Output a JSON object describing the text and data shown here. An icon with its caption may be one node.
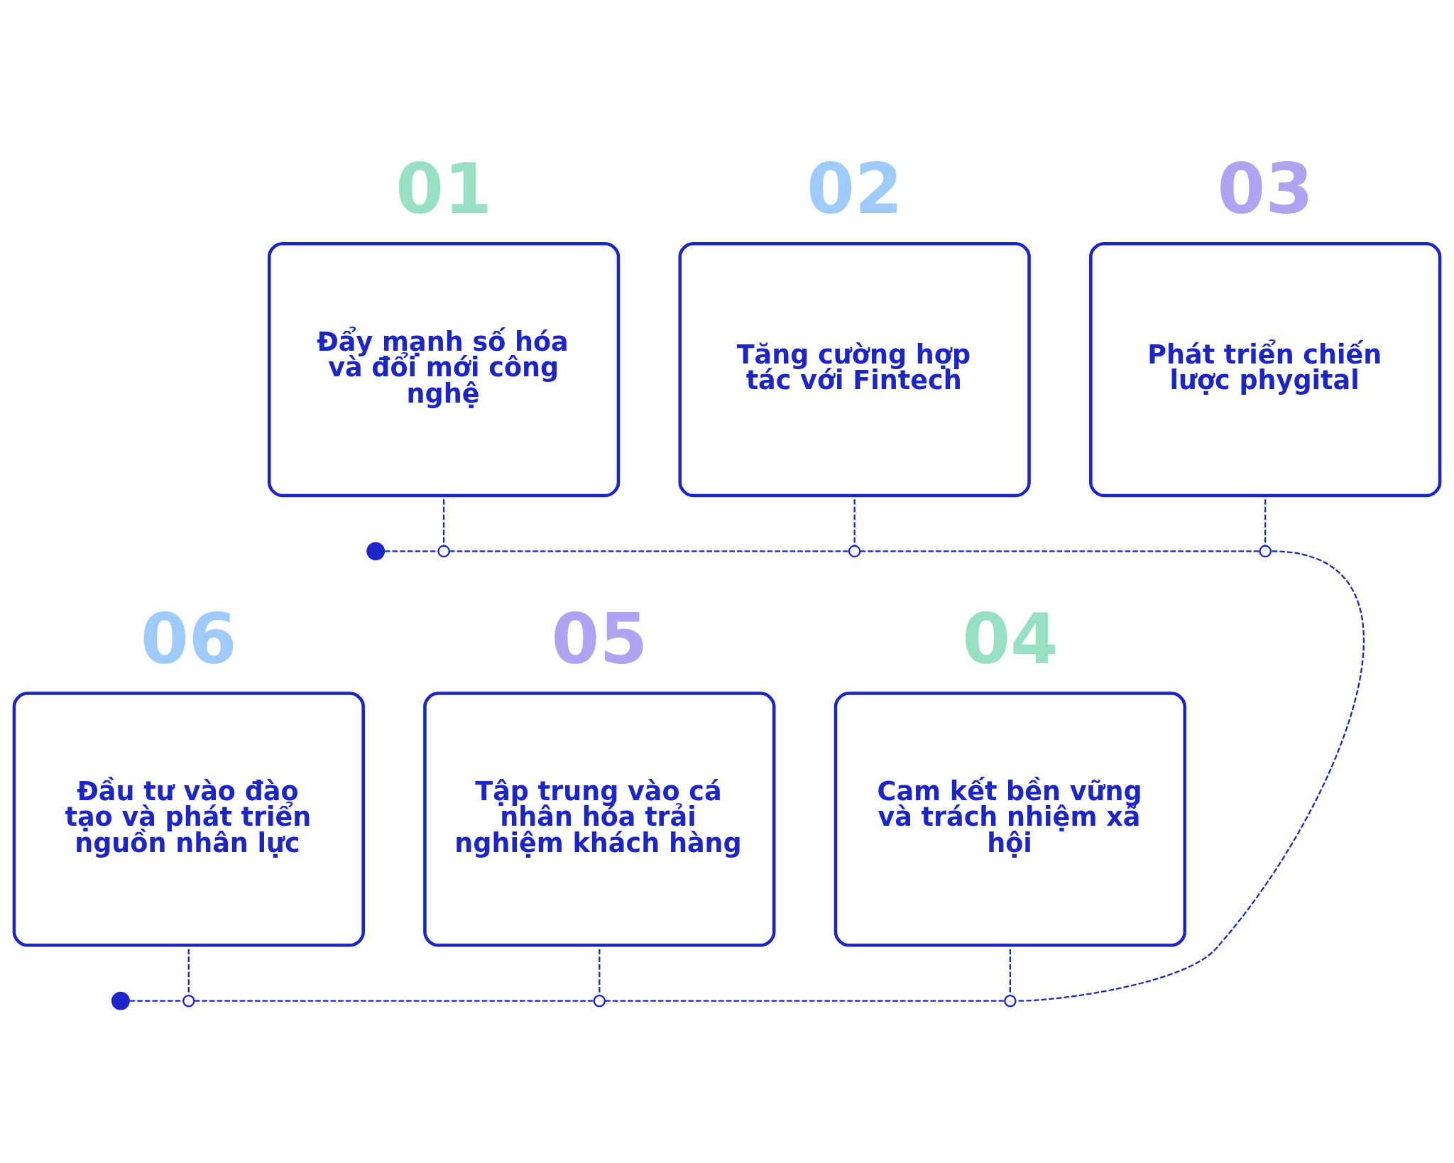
{
  "diagram": {
    "nodes": [
      {
        "text": [
          "01",
          "Đẩy mạnh số hóa và đổi mới công nghệ"
        ]
      },
      {
        "text": [
          "02",
          "Tăng cường hợp tác với Fintech"
        ]
      },
      {
        "text": [
          "03",
          "Phát triển chiến lược phygital"
        ]
      },
      {
        "text": [
          "06",
          "Đầu tư vào đào tạo và phát triển nguồn nhân lực"
        ]
      },
      {
        "text": [
          "05",
          "Tập trung vào cá nhân hóa trải nghiệm khách hàng"
        ]
      },
      {
        "text": [
          "04",
          "Cam kết bền vững và trách nhiệm xã hội"
        ]
      },
      {
        "text": [],
        "shape": "circle"
      },
      {
        "text": [],
        "shape": "circle"
      },
      {
        "text": [],
        "shape": "circle"
      },
      {
        "text": [],
        "shape": "circle"
      },
      {
        "text": [],
        "shape": "circle"
      },
      {
        "text": [],
        "shape": "circle"
      },
      {
        "text": [],
        "shape": "circle"
      },
      {
        "text": [],
        "shape": "circle"
      }
    ],
    "edges": [
      {
        "from": 0,
        "to": 7,
        "arrow": "none",
        "style": "dashed"
      },
      {
        "from": 1,
        "to": 8,
        "arrow": "none",
        "style": "dashed"
      },
      {
        "from": 2,
        "to": 9,
        "arrow": "none",
        "style": "dashed"
      },
      {
        "from": 3,
        "to": 11,
        "arrow": "none",
        "style": "dashed"
      },
      {
        "from": 4,
        "to": 12,
        "arrow": "none",
        "style": "dashed"
      },
      {
        "from": 5,
        "to": 13,
        "arrow": "none",
        "style": "dashed"
      },
      {
        "from": 6,
        "to": 7,
        "arrow": "none",
        "style": "dashed"
      },
      {
        "from": 7,
        "to": 8,
        "arrow": "none",
        "style": "dashed"
      },
      {
        "from": 8,
        "to": 9,
        "arrow": "none",
        "style": "dashed"
      },
      {
        "from": 9,
        "to": 13,
        "arrow": "none",
        "style": "dashed"
      },
      {
        "from": 10,
        "to": 11,
        "arrow": "none",
        "style": "dashed"
      },
      {
        "from": 11,
        "to": 12,
        "arrow": "none",
        "style": "dashed"
      },
      {
        "from": 12,
        "to": 13,
        "arrow": "none",
        "style": "dashed"
      }
    ]
  }
}
